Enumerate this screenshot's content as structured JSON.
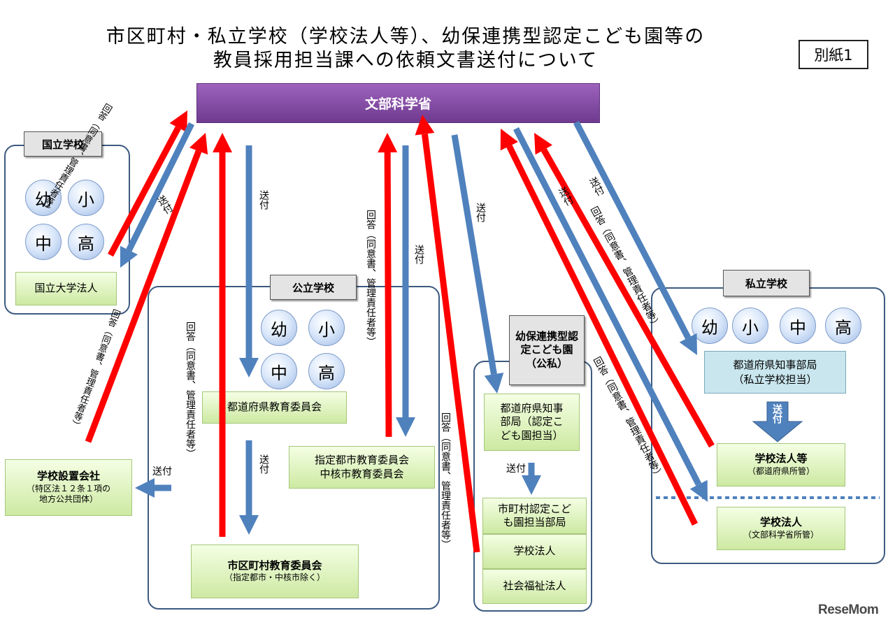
{
  "title": {
    "line1": "市区町村・私立学校（学校法人等）、幼保連携型認定こども園等の",
    "line2": "教員採用担当課への依頼文書送付について"
  },
  "tag": "別紙1",
  "mext": "文部科学省",
  "national": {
    "label": "国立学校",
    "circles": [
      "幼",
      "小",
      "中",
      "高"
    ],
    "corp": "国立大学法人"
  },
  "public": {
    "label": "公立学校",
    "circles": [
      "幼",
      "小",
      "中",
      "高"
    ],
    "pref_board": "都道府県教育委員会",
    "city_board_line1": "指定都市教育委員会",
    "city_board_line2": "中核市教育委員会",
    "muni_board": "市区町村教育委員会",
    "muni_board_sub": "（指定都市・中核市除く）"
  },
  "school_company": {
    "line1": "学校設置会社",
    "line2": "（特区法１２条１項の",
    "line3": "地方公共団体）"
  },
  "kodomoen": {
    "label": "幼保連携型認定こども園（公私）",
    "pref_line1": "都道府県知事",
    "pref_line2": "部局（認定こ",
    "pref_line3": "ども園担当）",
    "muni_line1": "市町村認定こど",
    "muni_line2": "も園担当部局",
    "corp": "学校法人",
    "welfare": "社会福祉法人"
  },
  "private": {
    "label": "私立学校",
    "circles": [
      "幼",
      "小",
      "中",
      "高"
    ],
    "gov_line1": "都道府県知事部局",
    "gov_line2": "（私立学校担当）",
    "corp1": "学校法人等",
    "corp1_sub": "（都道府県所管）",
    "corp2": "学校法人",
    "corp2_sub": "（文部科学省所管）"
  },
  "labels": {
    "send": "送付",
    "reply": "回答（同意書、管理責任者等）"
  },
  "logo": "ReseMom",
  "colors": {
    "send_arrow": "#4f81bd",
    "reply_arrow": "#ff0000",
    "mext_bar": "#7030a0",
    "panel_border": "#3d5a80"
  }
}
